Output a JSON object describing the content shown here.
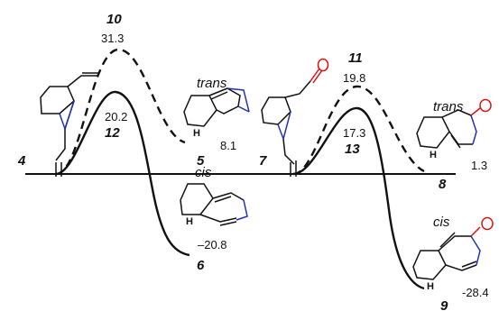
{
  "left_panel": {
    "ts_dashed_label": "10",
    "ts_dashed_value": "31.3",
    "ts_solid_value": "20.2",
    "ts_solid_label": "12",
    "reactant_label": "4",
    "trans_product_name": "trans",
    "trans_product_value": "8.1",
    "trans_product_label": "5",
    "cis_product_name": "cis",
    "cis_product_value": "–20.8",
    "cis_product_label": "6",
    "h_label_trans": "H",
    "h_label_cis": "H"
  },
  "right_panel": {
    "ts_dashed_label": "11",
    "ts_dashed_value": "19.8",
    "ts_solid_value": "17.3",
    "ts_solid_label": "13",
    "reactant_label": "7",
    "trans_product_name": "trans",
    "trans_product_value": "1.3",
    "trans_product_label": "8",
    "cis_product_name": "cis",
    "cis_product_value": "-28.4",
    "cis_product_label": "9",
    "h_label_trans": "H",
    "h_label_cis": "H"
  },
  "colors": {
    "bond": "#111111",
    "nitrogen_bond": "#2233aa",
    "oxygen": "#dd1111"
  }
}
